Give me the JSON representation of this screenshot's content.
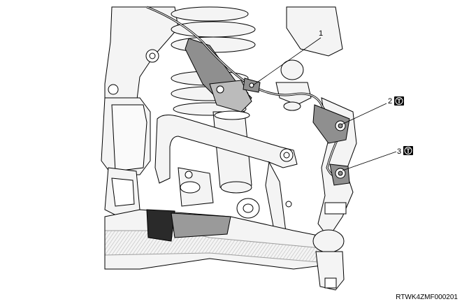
{
  "figure_code": "RTWK4ZMF000201",
  "callouts": [
    {
      "number": "1",
      "torque": false
    },
    {
      "number": "2",
      "torque": true,
      "torque_symbol": "T"
    },
    {
      "number": "3",
      "torque": true,
      "torque_symbol": "T"
    }
  ],
  "colors": {
    "line": "#000000",
    "part_fill": "#f4f4f4",
    "shade_dark": "#2a2a2a",
    "shade_mid": "#9a9a9a",
    "highlight_fill": "#8f8f8f"
  }
}
